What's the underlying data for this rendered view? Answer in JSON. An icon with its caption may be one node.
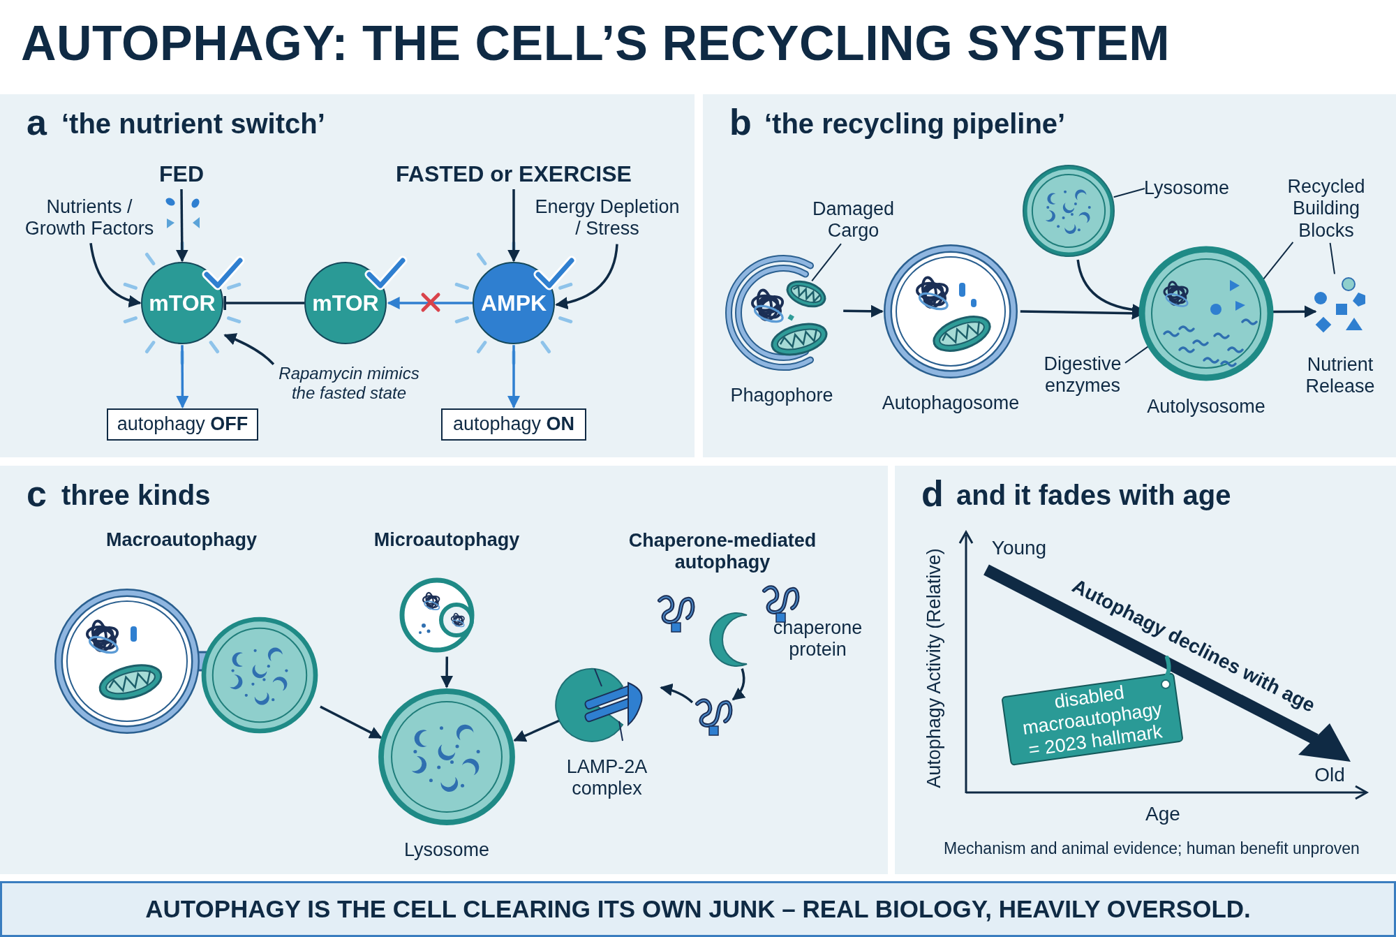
{
  "diagram": {
    "title": "AUTOPHAGY: THE CELL’S RECYCLING SYSTEM",
    "caption": "AUTOPHAGY IS THE CELL CLEARING ITS OWN JUNK – REAL BIOLOGY, HEAVILY OVERSOLD.",
    "nodes": [
      {
        "text": [
          "a",
          "‘the nutrient switch’"
        ]
      },
      {
        "text": [
          "FED"
        ],
        "in": 0
      },
      {
        "text": [
          "FASTED or EXERCISE"
        ],
        "in": 0
      },
      {
        "text": [
          "Nutrients / Growth Factors"
        ],
        "in": 0
      },
      {
        "text": [
          "Energy Depletion / Stress"
        ],
        "in": 0
      },
      {
        "text": [
          "mTOR"
        ],
        "in": 0
      },
      {
        "text": [
          "mTOR"
        ],
        "in": 0
      },
      {
        "text": [
          "AMPK"
        ],
        "in": 0
      },
      {
        "text": [
          "autophagy **OFF**"
        ],
        "in": 0
      },
      {
        "text": [
          "autophagy **ON**"
        ],
        "in": 0
      },
      {
        "text": [
          "Rapamycin mimics the fasted state"
        ],
        "in": 0
      },
      {
        "text": [
          "b",
          "‘the recycling pipeline’"
        ]
      },
      {
        "text": [
          "Phagophore"
        ],
        "in": 11
      },
      {
        "text": [
          "Damaged Cargo"
        ],
        "in": 11
      },
      {
        "text": [
          "Autophagosome"
        ],
        "in": 11
      },
      {
        "text": [
          "Lysosome"
        ],
        "in": 11
      },
      {
        "text": [],
        "shape": "circle",
        "in": 11
      },
      {
        "text": [
          "Autolysosome"
        ],
        "in": 11
      },
      {
        "text": [
          "Digestive enzymes"
        ],
        "in": 11
      },
      {
        "text": [
          "Recycled Building Blocks"
        ],
        "in": 11
      },
      {
        "text": [
          "Nutrient Release"
        ],
        "in": 11
      },
      {
        "text": [
          "c",
          "three kinds"
        ]
      },
      {
        "text": [],
        "shape": "picture",
        "in": 21
      },
      {
        "text": [],
        "shape": "picture",
        "in": 21
      },
      {
        "text": [
          "chaperone protein"
        ],
        "in": 21
      },
      {
        "text": [],
        "shape": "picture",
        "in": 21
      },
      {
        "text": [
          "LAMP-2A complex"
        ],
        "in": 21
      },
      {
        "text": [
          "Lysosome"
        ],
        "in": 21
      },
      {
        "text": [
          "d",
          "and it fades with age"
        ]
      },
      {
        "text": [
          "disabled macroautophagy = 2023 hallmark"
        ],
        "in": 28
      }
    ],
    "edges": [
      {
        "from": 1,
        "to": 5,
        "arrow": "to"
      },
      {
        "from": 3,
        "to": 5,
        "arrow": "to"
      },
      {
        "from": 2,
        "to": 7,
        "arrow": "to"
      },
      {
        "from": 4,
        "to": 7,
        "arrow": "to"
      },
      {
        "from": 6,
        "to": 5,
        "arrow": "other"
      },
      {
        "from": 7,
        "to": 6,
        "arrow": "to",
        "color": "#2f7fd0"
      },
      {
        "from": 5,
        "to": 8,
        "arrow": "to",
        "color": "#2f7fd0"
      },
      {
        "from": 7,
        "to": 9,
        "arrow": "to",
        "color": "#2f7fd0"
      },
      {
        "from": 10,
        "to": 5,
        "arrow": "to"
      },
      {
        "from": 12,
        "to": 14,
        "arrow": "to"
      },
      {
        "from": 14,
        "to": 17,
        "arrow": "to"
      },
      {
        "from": 16,
        "to": 17,
        "arrow": "to"
      },
      {
        "from": 17,
        "to": 20,
        "arrow": "to"
      },
      {
        "from": 13,
        "to": 12,
        "arrow": "none"
      },
      {
        "from": 15,
        "to": 16,
        "arrow": "none"
      },
      {
        "from": 18,
        "to": 17,
        "arrow": "none"
      },
      {
        "from": 19,
        "to": 17,
        "arrow": "none"
      },
      {
        "from": 19,
        "to": 20,
        "arrow": "none"
      },
      {
        "from": 22,
        "to": 27,
        "arrow": "to"
      },
      {
        "from": 23,
        "to": 27,
        "arrow": "to"
      },
      {
        "from": 24,
        "to": 25,
        "arrow": "to"
      },
      {
        "from": 25,
        "to": 26,
        "arrow": "to"
      },
      {
        "from": 26,
        "to": 27,
        "arrow": "to"
      }
    ],
    "labels": [
      "Macroautophagy",
      "Microautophagy",
      "Chaperone-mediated autophagy",
      "Autophagy Activity (Relative)",
      "Young",
      "Autophagy declines with age",
      "Old",
      "Age",
      "Mechanism and animal evidence; human benefit unproven"
    ]
  }
}
